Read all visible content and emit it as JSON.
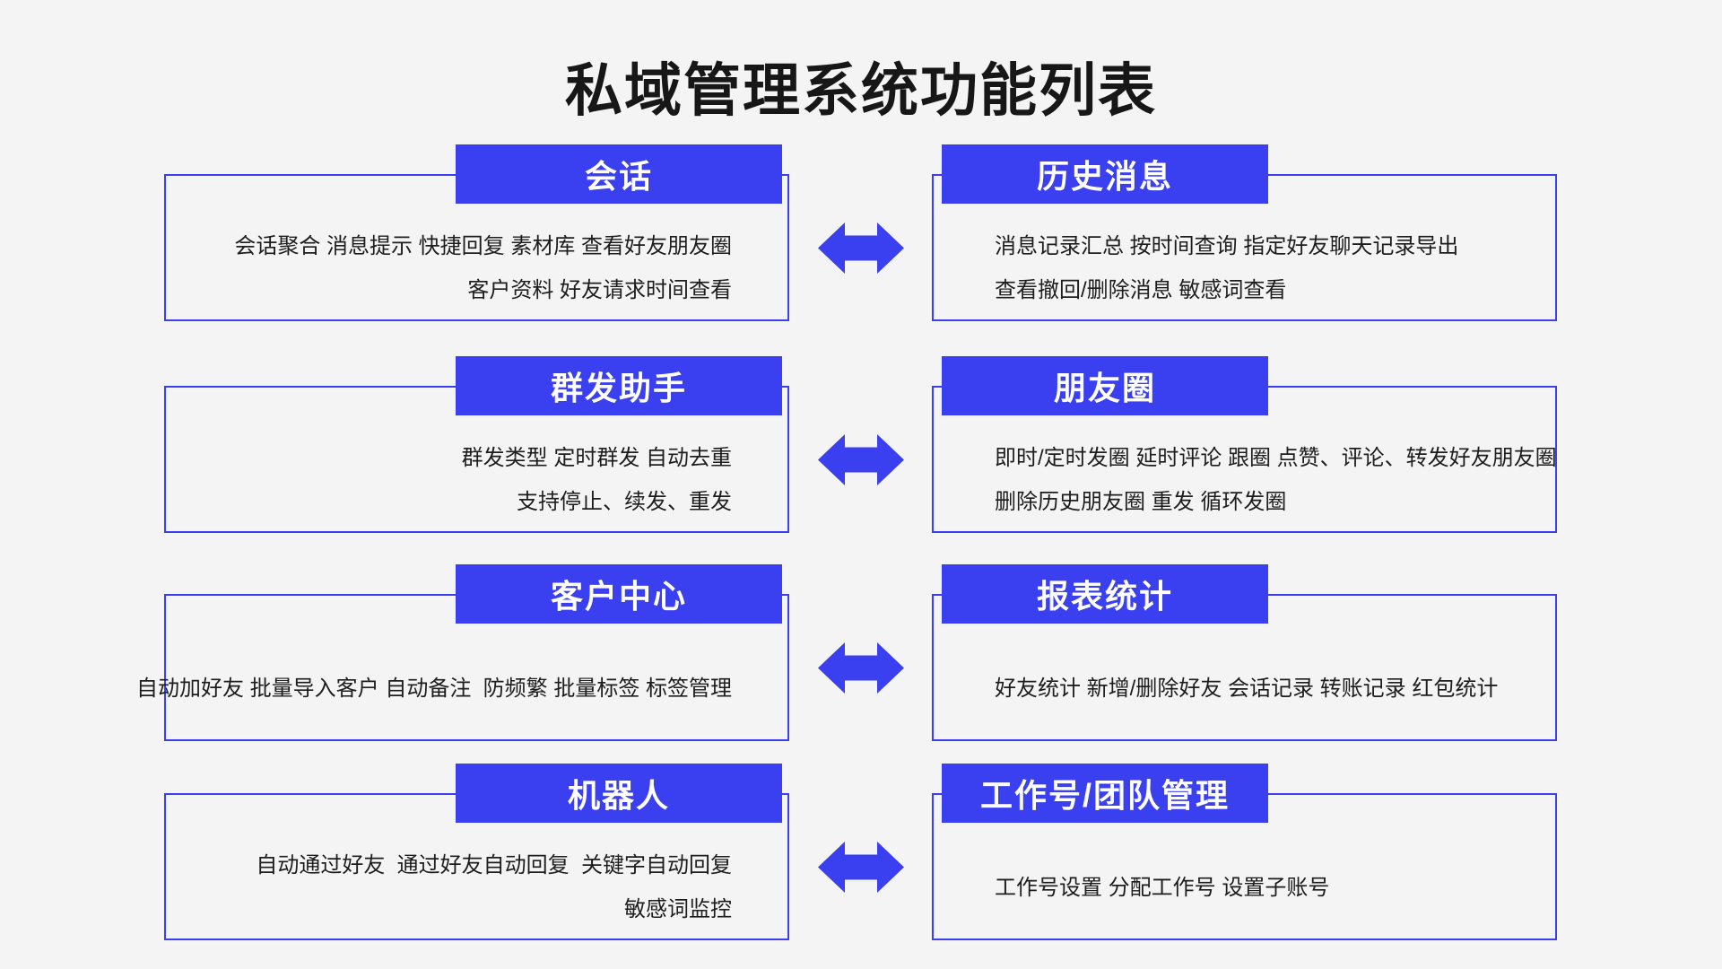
{
  "title": "私域管理系统功能列表",
  "theme": {
    "accent_blue": "#3a3ff0",
    "background": "#f4f4f5",
    "body_text": "#1d1d1d",
    "header_text": "#ffffff"
  },
  "arrow": {
    "icon": "double-headed-arrow",
    "color": "#3a3ff0"
  },
  "rows": [
    {
      "left": {
        "header": "会话",
        "lines": [
          "会话聚合 消息提示 快捷回复 素材库 查看好友朋友圈",
          "客户资料 好友请求时间查看"
        ]
      },
      "right": {
        "header": "历史消息",
        "lines": [
          "消息记录汇总 按时间查询 指定好友聊天记录导出",
          "查看撤回/删除消息 敏感词查看"
        ]
      }
    },
    {
      "left": {
        "header": "群发助手",
        "lines": [
          "群发类型 定时群发 自动去重",
          "支持停止、续发、重发"
        ]
      },
      "right": {
        "header": "朋友圈",
        "lines": [
          "即时/定时发圈 延时评论 跟圈 点赞、评论、转发好友朋友圈",
          "删除历史朋友圈 重发 循环发圈"
        ]
      }
    },
    {
      "left": {
        "header": "客户中心",
        "lines": [
          "自动加好友 批量导入客户 自动备注  防频繁 批量标签 标签管理"
        ]
      },
      "right": {
        "header": "报表统计",
        "lines": [
          "好友统计 新增/删除好友 会话记录 转账记录 红包统计"
        ]
      }
    },
    {
      "left": {
        "header": "机器人",
        "lines": [
          "自动通过好友  通过好友自动回复  关键字自动回复",
          "敏感词监控"
        ]
      },
      "right": {
        "header": "工作号/团队管理",
        "lines": [
          "工作号设置 分配工作号 设置子账号"
        ]
      }
    }
  ]
}
